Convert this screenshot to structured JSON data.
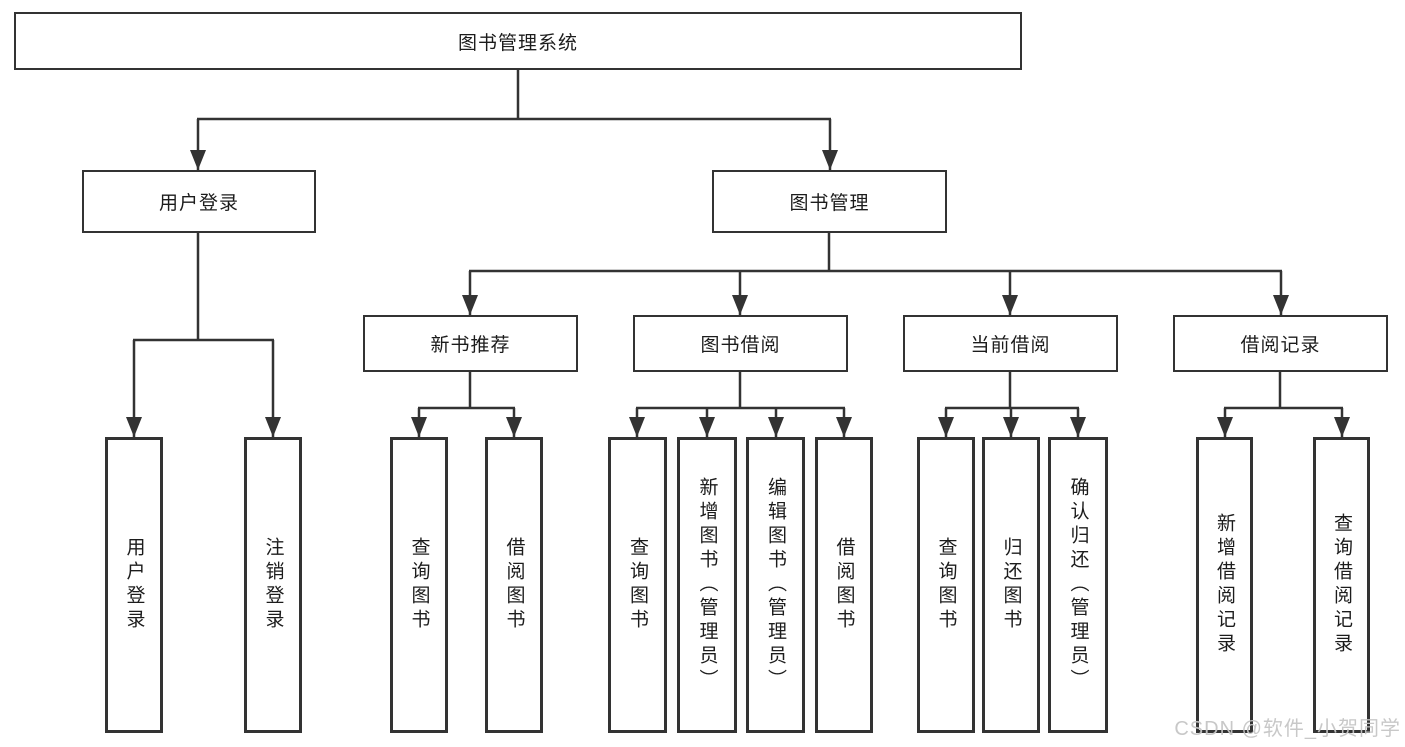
{
  "diagram": {
    "root": {
      "label": "图书管理系统"
    },
    "branches": [
      {
        "label": "用户登录",
        "children": [
          {
            "label": "用户登录"
          },
          {
            "label": "注销登录"
          }
        ]
      },
      {
        "label": "图书管理",
        "children": [
          {
            "label": "新书推荐",
            "children": [
              {
                "label": "查询图书"
              },
              {
                "label": "借阅图书"
              }
            ]
          },
          {
            "label": "图书借阅",
            "children": [
              {
                "label": "查询图书"
              },
              {
                "label": "新增图书（管理员）"
              },
              {
                "label": "编辑图书（管理员）"
              },
              {
                "label": "借阅图书"
              }
            ]
          },
          {
            "label": "当前借阅",
            "children": [
              {
                "label": "查询图书"
              },
              {
                "label": "归还图书"
              },
              {
                "label": "确认归还（管理员）"
              }
            ]
          },
          {
            "label": "借阅记录",
            "children": [
              {
                "label": "新增借阅记录"
              },
              {
                "label": "查询借阅记录"
              }
            ]
          }
        ]
      }
    ]
  },
  "watermark": {
    "text": "CSDN @软件_小贺同学"
  },
  "colors": {
    "line": "#333333",
    "box_border": "#333333",
    "text": "#1c1c1c",
    "background": "#ffffff",
    "watermark": "#c5c5c5"
  }
}
